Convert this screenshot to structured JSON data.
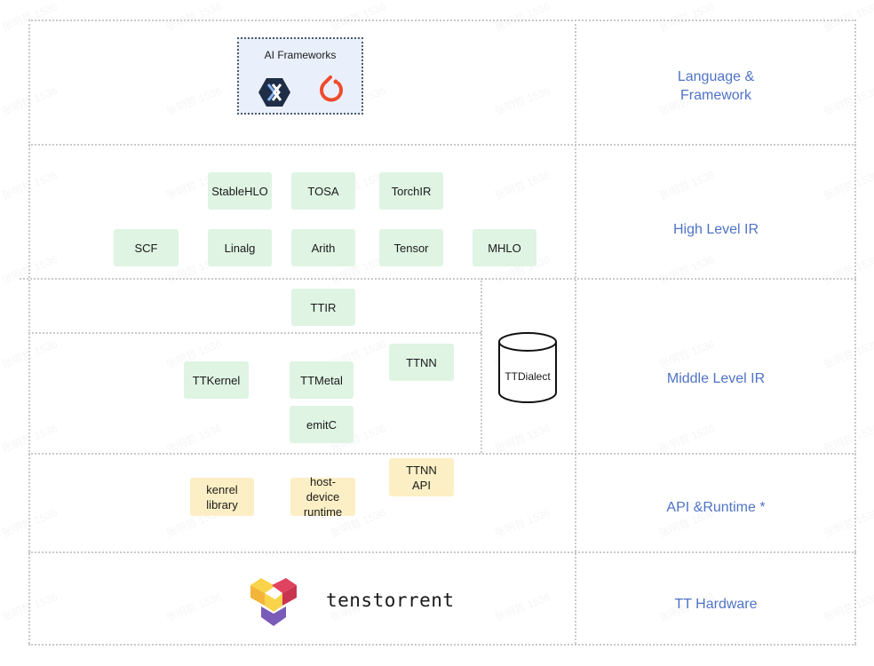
{
  "watermark_text": "张明哲 1536",
  "layers": [
    {
      "label": "Language & Framework"
    },
    {
      "label": "High Level IR"
    },
    {
      "label": "Middle Level IR"
    },
    {
      "label": "API &Runtime *"
    },
    {
      "label": "TT Hardware"
    }
  ],
  "frameworks": {
    "title": "AI Frameworks",
    "icons": [
      "jax-icon",
      "pytorch-icon"
    ],
    "colors": {
      "jax": "#1f2d47",
      "pytorch": "#ee4c2c"
    }
  },
  "high_level_ir": [
    "StableHLO",
    "TOSA",
    "TorchIR",
    "SCF",
    "Linalg",
    "Arith",
    "Tensor",
    "MHLO"
  ],
  "middle_level_ir": {
    "ttir": "TTIR",
    "ttkernel": "TTKernel",
    "ttmetal": "TTMetal",
    "ttnn": "TTNN",
    "emitc": "emitC",
    "ttdialect": "TTDialect"
  },
  "api_runtime": {
    "kernel_library": "kenrel library",
    "host_device_runtime": "host-device runtime",
    "ttnn_api": "TTNN API"
  },
  "hardware": {
    "brand": "tenstorrent",
    "logo": "tenstorrent-logo-icon",
    "colors": {
      "yellow": "#f9d44a",
      "red": "#e0435f",
      "purple": "#7a5bb8"
    }
  },
  "colors": {
    "label_blue": "#4f73c5",
    "box_green": "#dff4e3",
    "box_yellow": "#fcefc5",
    "framework_box": "#eaf0fb"
  }
}
